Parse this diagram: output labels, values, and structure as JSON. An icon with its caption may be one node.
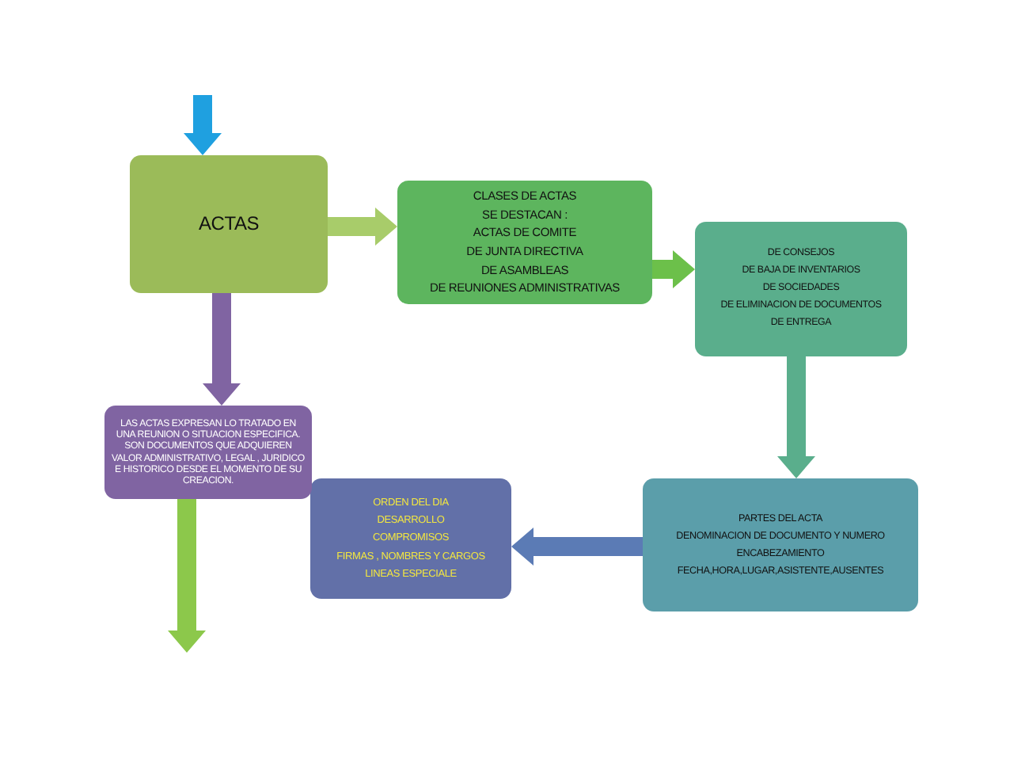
{
  "diagram": {
    "nodes": [
      {
        "text": [
          "ACTAS"
        ]
      },
      {
        "text": [
          "CLASES DE ACTAS",
          "SE DESTACAN :",
          "ACTAS DE COMITE",
          "DE JUNTA DIRECTIVA",
          "DE ASAMBLEAS",
          "DE REUNIONES ADMINISTRATIVAS"
        ]
      },
      {
        "text": [
          "DE CONSEJOS",
          "DE BAJA DE INVENTARIOS",
          "DE SOCIEDADES",
          "DE ELIMINACION DE DOCUMENTOS",
          "DE ENTREGA"
        ]
      },
      {
        "text": [
          "PARTES DEL ACTA",
          "DENOMINACION DE DOCUMENTO Y NUMERO",
          "ENCABEZAMIENTO",
          "FECHA,HORA,LUGAR,ASISTENTE,AUSENTES"
        ]
      },
      {
        "text": [
          "ORDEN DEL DIA",
          "DESARROLLO",
          "COMPROMISOS",
          "FIRMAS , NOMBRES Y CARGOS",
          "LINEAS ESPECIALE"
        ]
      },
      {
        "text": [
          "LAS ACTAS EXPRESAN LO TRATADO EN UNA REUNION O SITUACION ESPECIFICA. SON DOCUMENTOS QUE ADQUIEREN VALOR ADMINISTRATIVO, LEGAL , JURIDICO E HISTORICO DESDE EL MOMENTO DE SU CREACION."
        ]
      }
    ],
    "edges": [
      {
        "from": null,
        "to": 0,
        "arrow": "to",
        "style": "thick",
        "color": "#1fa0e0"
      },
      {
        "from": 0,
        "to": 1,
        "arrow": "to",
        "style": "thick",
        "color": "#a8cc6a"
      },
      {
        "from": 1,
        "to": 2,
        "arrow": "to",
        "style": "thick",
        "color": "#6cc04a"
      },
      {
        "from": 2,
        "to": 3,
        "arrow": "to",
        "style": "thick",
        "color": "#5aae8c"
      },
      {
        "from": 3,
        "to": 4,
        "arrow": "to",
        "style": "thick",
        "color": "#5b7bb5"
      },
      {
        "from": 0,
        "to": 5,
        "arrow": "to",
        "style": "thick",
        "color": "#8064a2"
      },
      {
        "from": 5,
        "to": null,
        "arrow": "to",
        "style": "thick",
        "color": "#8cc84b"
      }
    ]
  }
}
